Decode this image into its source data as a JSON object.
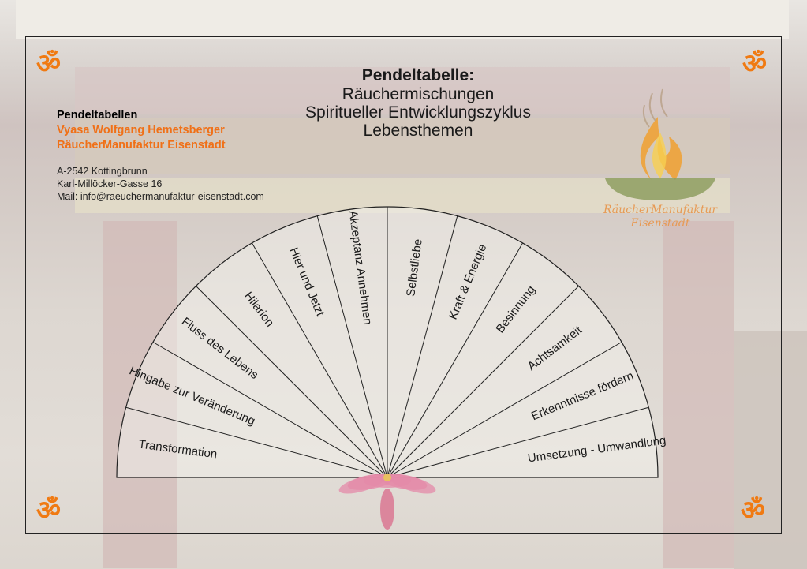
{
  "title": {
    "heading": "Pendeltabelle:",
    "lines": [
      "Räuchermischungen",
      "Spiritueller Entwicklungszyklus",
      "Lebensthemen"
    ]
  },
  "info": {
    "label": "Pendeltabellen",
    "author": "Vyasa Wolfgang Hemetsberger",
    "company": "RäucherManufaktur Eisenstadt",
    "address": [
      "A-2542 Kottingbrunn",
      "Karl-Millöcker-Gasse 16",
      "Mail: info@raeuchermanufaktur-eisenstadt.com"
    ]
  },
  "logo": {
    "line1": "RäucherManufaktur",
    "line2": "Eisenstadt"
  },
  "om_symbol": "ॐ",
  "colors": {
    "accent": "#f07017",
    "line": "#222222"
  },
  "sectors": [
    "Transformation",
    "Hingabe zur Veränderung",
    "Fluss des Lebens",
    "Hilarion",
    "Hier und Jetzt",
    "Akzeptanz Annehmen",
    "Selbstliebe",
    "Kraft & Energie",
    "Besinnung",
    "Achtsamkeit",
    "Erkenntnisse fördern",
    "Umsetzung - Umwandlung"
  ]
}
